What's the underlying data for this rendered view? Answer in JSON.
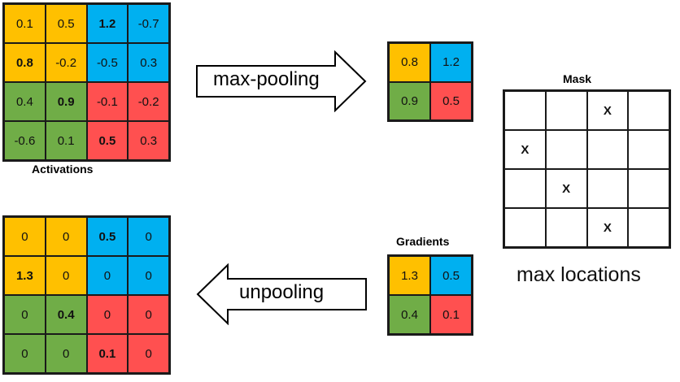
{
  "colors": {
    "yellow": "#ffc000",
    "blue": "#00b0f0",
    "green": "#70ad47",
    "red": "#ff5050",
    "white": "#ffffff"
  },
  "activations": {
    "label": "Activations",
    "cells": [
      {
        "text": "0.1",
        "color": "yellow",
        "bold": false
      },
      {
        "text": "0.5",
        "color": "yellow",
        "bold": false
      },
      {
        "text": "1.2",
        "color": "blue",
        "bold": true
      },
      {
        "text": "-0.7",
        "color": "blue",
        "bold": false
      },
      {
        "text": "0.8",
        "color": "yellow",
        "bold": true
      },
      {
        "text": "-0.2",
        "color": "yellow",
        "bold": false
      },
      {
        "text": "-0.5",
        "color": "blue",
        "bold": false
      },
      {
        "text": "0.3",
        "color": "blue",
        "bold": false
      },
      {
        "text": "0.4",
        "color": "green",
        "bold": false
      },
      {
        "text": "0.9",
        "color": "green",
        "bold": true
      },
      {
        "text": "-0.1",
        "color": "red",
        "bold": false
      },
      {
        "text": "-0.2",
        "color": "red",
        "bold": false
      },
      {
        "text": "-0.6",
        "color": "green",
        "bold": false
      },
      {
        "text": "0.1",
        "color": "green",
        "bold": false
      },
      {
        "text": "0.5",
        "color": "red",
        "bold": true
      },
      {
        "text": "0.3",
        "color": "red",
        "bold": false
      }
    ]
  },
  "pooled": {
    "cells": [
      {
        "text": "0.8",
        "color": "yellow",
        "bold": false
      },
      {
        "text": "1.2",
        "color": "blue",
        "bold": false
      },
      {
        "text": "0.9",
        "color": "green",
        "bold": false
      },
      {
        "text": "0.5",
        "color": "red",
        "bold": false
      }
    ]
  },
  "mask": {
    "label": "Mask",
    "caption": "max locations",
    "cells": [
      "",
      "",
      "X",
      "",
      "X",
      "",
      "",
      "",
      "",
      "X",
      "",
      "",
      "",
      "",
      "X",
      ""
    ]
  },
  "gradients": {
    "label": "Gradients",
    "cells": [
      {
        "text": "1.3",
        "color": "yellow",
        "bold": false
      },
      {
        "text": "0.5",
        "color": "blue",
        "bold": false
      },
      {
        "text": "0.4",
        "color": "green",
        "bold": false
      },
      {
        "text": "0.1",
        "color": "red",
        "bold": false
      }
    ]
  },
  "unpooled": {
    "cells": [
      {
        "text": "0",
        "color": "yellow",
        "bold": false
      },
      {
        "text": "0",
        "color": "yellow",
        "bold": false
      },
      {
        "text": "0.5",
        "color": "blue",
        "bold": true
      },
      {
        "text": "0",
        "color": "blue",
        "bold": false
      },
      {
        "text": "1.3",
        "color": "yellow",
        "bold": true
      },
      {
        "text": "0",
        "color": "yellow",
        "bold": false
      },
      {
        "text": "0",
        "color": "blue",
        "bold": false
      },
      {
        "text": "0",
        "color": "blue",
        "bold": false
      },
      {
        "text": "0",
        "color": "green",
        "bold": false
      },
      {
        "text": "0.4",
        "color": "green",
        "bold": true
      },
      {
        "text": "0",
        "color": "red",
        "bold": false
      },
      {
        "text": "0",
        "color": "red",
        "bold": false
      },
      {
        "text": "0",
        "color": "green",
        "bold": false
      },
      {
        "text": "0",
        "color": "green",
        "bold": false
      },
      {
        "text": "0.1",
        "color": "red",
        "bold": true
      },
      {
        "text": "0",
        "color": "red",
        "bold": false
      }
    ]
  },
  "arrows": {
    "forward_label": "max-pooling",
    "backward_label": "unpooling"
  }
}
